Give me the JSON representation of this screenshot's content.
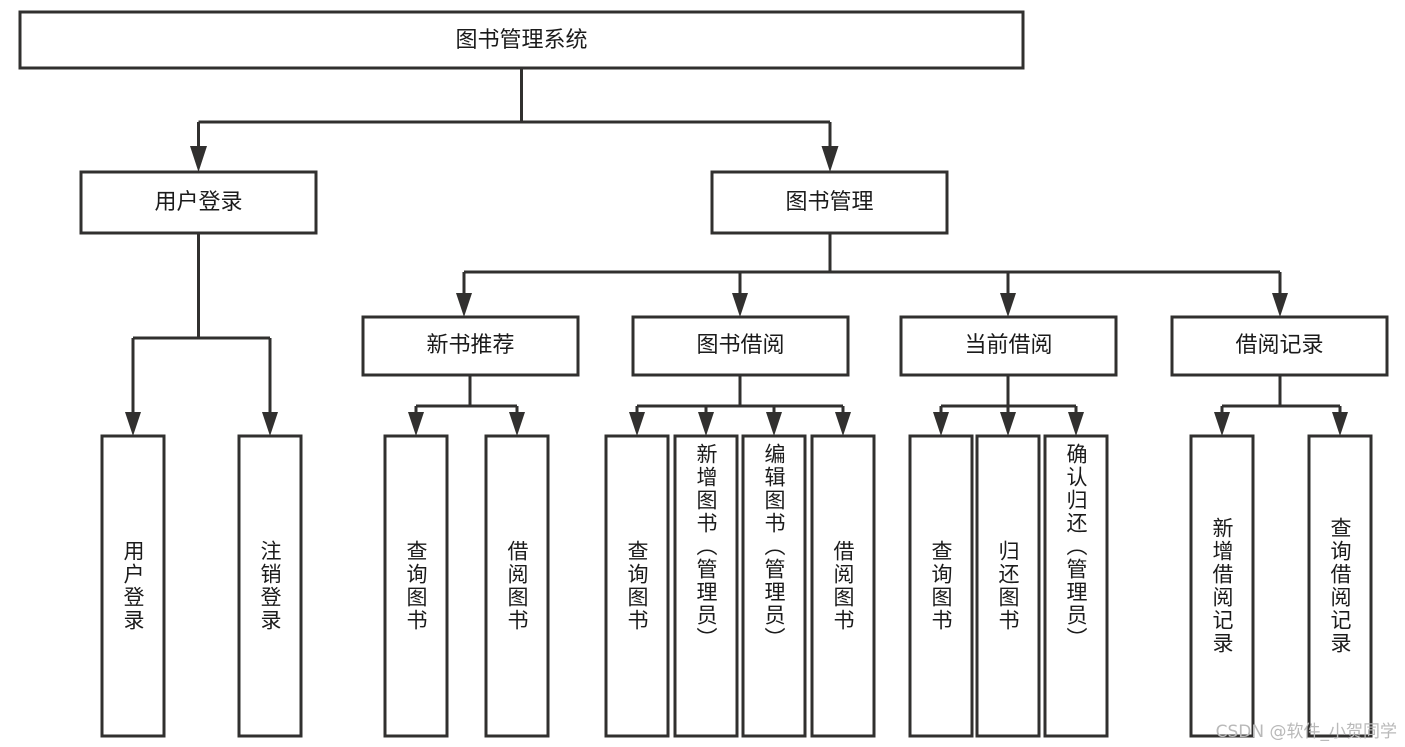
{
  "diagram": {
    "title": "图书管理系统",
    "type": "tree",
    "colors": {
      "background": "#ffffff",
      "stroke": "#31302f",
      "box_fill": "#ffffff",
      "text": "#1b1b1b",
      "watermark": "#b9b9b9"
    },
    "root": {
      "label": "图书管理系统"
    },
    "level2": [
      {
        "label": "用户登录"
      },
      {
        "label": "图书管理"
      }
    ],
    "level3": [
      {
        "label": "新书推荐"
      },
      {
        "label": "图书借阅"
      },
      {
        "label": "当前借阅"
      },
      {
        "label": "借阅记录"
      }
    ],
    "leaves": {
      "user_login": [
        {
          "label": "用户登录"
        },
        {
          "label": "注销登录"
        }
      ],
      "new_book_recommend": [
        {
          "label": "查询图书"
        },
        {
          "label": "借阅图书"
        }
      ],
      "book_borrow": [
        {
          "label": "查询图书"
        },
        {
          "label": "新增图书（管理员）"
        },
        {
          "label": "编辑图书（管理员）"
        },
        {
          "label": "借阅图书"
        }
      ],
      "current_borrow": [
        {
          "label": "查询图书"
        },
        {
          "label": "归还图书"
        },
        {
          "label": "确认归还（管理员）"
        }
      ],
      "borrow_record": [
        {
          "label": "新增借阅记录"
        },
        {
          "label": "查询借阅记录"
        }
      ]
    }
  },
  "watermark": {
    "text": "CSDN @软件_小贺同学"
  }
}
